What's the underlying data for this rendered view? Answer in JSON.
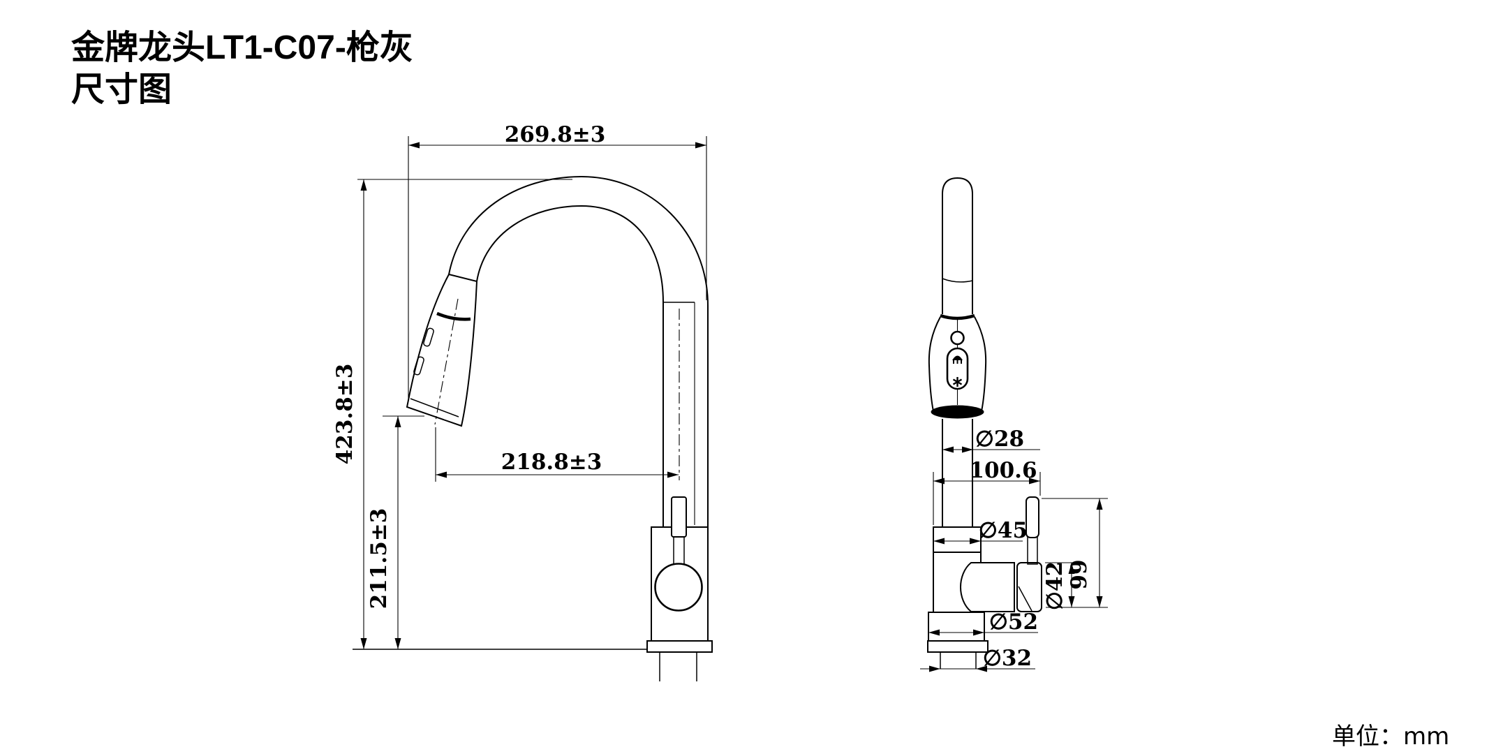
{
  "title": {
    "line1": "金牌龙头LT1-C07-枪灰",
    "line2": "尺寸图"
  },
  "unit_label": "单位：mm",
  "colors": {
    "line": "#000000",
    "background": "#ffffff"
  },
  "side_view": {
    "dim_width_top": "269.8±3",
    "dim_height_total": "423.8±3",
    "dim_spout_reach": "218.8±3",
    "dim_spout_height": "211.5±3"
  },
  "front_view": {
    "dim_spray_head_dia": "∅28",
    "dim_handle_offset": "100.6",
    "dim_collar_dia": "∅45",
    "dim_handle_base_dia": "∅42",
    "dim_handle_height": "99",
    "dim_body_base_dia": "∅52",
    "dim_shank_dia": "∅32"
  }
}
